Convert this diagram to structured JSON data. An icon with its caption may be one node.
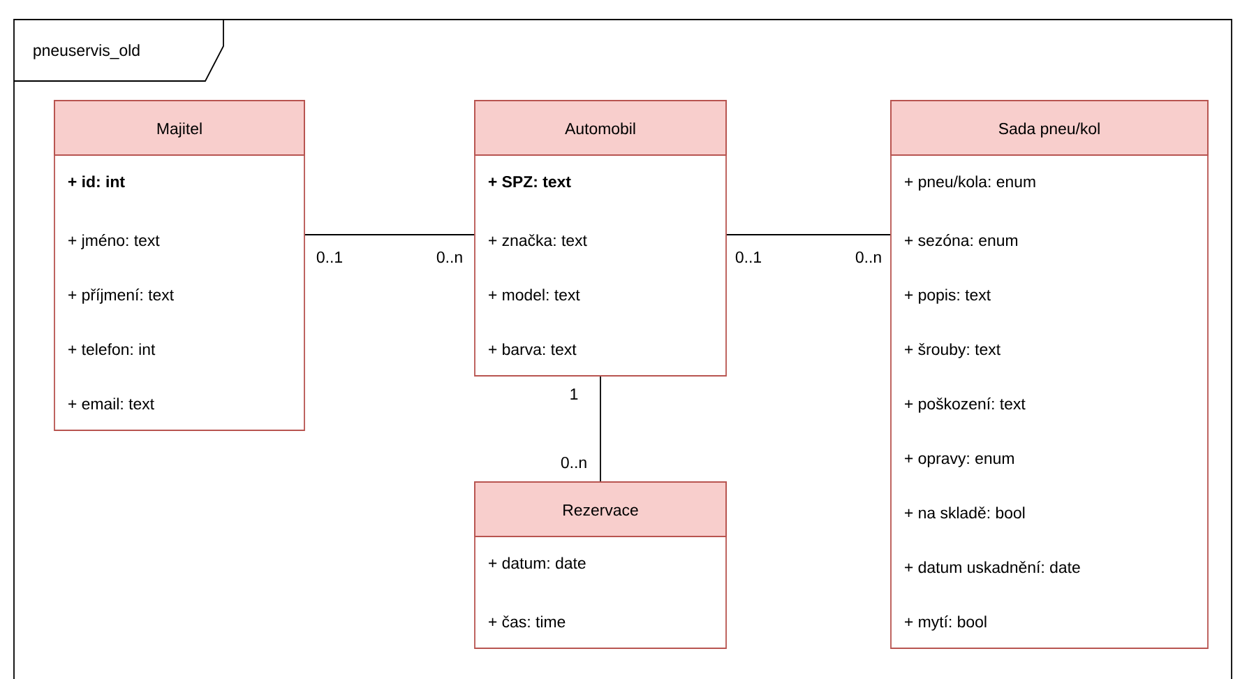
{
  "diagram": {
    "nodes": [
      {
        "text": [
          "pneuservis_old"
        ]
      },
      {
        "text": [
          "Majitel",
          "**+ id: int**",
          "+ jméno: text",
          "+ příjmení: text",
          "+ telefon: int",
          "+ email: text"
        ],
        "in": 0
      },
      {
        "text": [
          "Automobil",
          "**+ SPZ: text**",
          "+ značka: text",
          "+ model: text",
          "+ barva: text"
        ],
        "in": 0
      },
      {
        "text": [
          "Sada pneu/kol",
          "+ pneu/kola: enum",
          "+ sezóna: enum",
          "+ popis: text",
          "+ šrouby: text",
          "+ poškození: text",
          "+ opravy: enum",
          "+ na skladě: bool",
          "+ datum uskadnění: date",
          "+ mytí: bool"
        ],
        "in": 0
      },
      {
        "text": [
          "Rezervace",
          "+ datum: date",
          "+ čas: time"
        ],
        "in": 0
      }
    ],
    "edges": [
      {
        "from": 1,
        "to": 2,
        "arrow": "none"
      },
      {
        "from": 2,
        "to": 3,
        "arrow": "none"
      },
      {
        "from": 2,
        "to": 4,
        "arrow": "none"
      }
    ],
    "labels": [
      "0..1",
      "0..n",
      "0..1",
      "0..n",
      "1",
      "0..n"
    ]
  }
}
